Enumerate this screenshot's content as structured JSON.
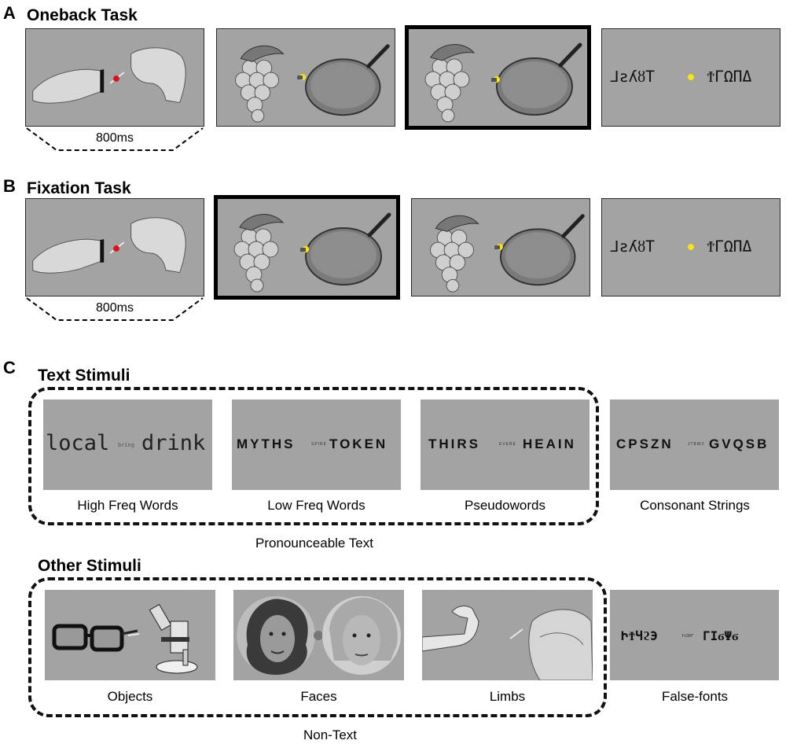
{
  "panel_a": {
    "letter": "A",
    "title": "Oneback Task",
    "duration": "800ms",
    "frames": [
      {
        "content": "limbs",
        "highlighted": false
      },
      {
        "content": "objects",
        "highlighted": false
      },
      {
        "content": "objects",
        "highlighted": true
      },
      {
        "content": "false-fonts",
        "highlighted": false
      }
    ]
  },
  "panel_b": {
    "letter": "B",
    "title": "Fixation Task",
    "duration": "800ms",
    "frames": [
      {
        "content": "limbs",
        "highlighted": false
      },
      {
        "content": "objects",
        "highlighted": true
      },
      {
        "content": "objects",
        "highlighted": false
      },
      {
        "content": "false-fonts",
        "highlighted": false
      }
    ]
  },
  "panel_c": {
    "letter": "C",
    "text_stimuli": {
      "title": "Text Stimuli",
      "group_label": "Pronounceable Text",
      "items": [
        {
          "caption": "High Freq Words",
          "left": "local",
          "middle": "bring",
          "right": "drink"
        },
        {
          "caption": "Low Freq Words",
          "left": "MYTHS",
          "middle": "SPIRE",
          "right": "TOKEN"
        },
        {
          "caption": "Pseudowords",
          "left": "THIRS",
          "middle": "EVERE",
          "right": "HEAIN"
        },
        {
          "caption": "Consonant Strings",
          "left": "CPSZN",
          "middle": "JTBWZ",
          "right": "GVQSB"
        }
      ]
    },
    "other_stimuli": {
      "title": "Other Stimuli",
      "group_label": "Non-Text",
      "items": [
        {
          "caption": "Objects"
        },
        {
          "caption": "Faces"
        },
        {
          "caption": "Limbs"
        },
        {
          "caption": "False-fonts"
        }
      ]
    }
  },
  "colors": {
    "stimulus_background": "#a3a3a3",
    "fixation_dot": "#ffe600",
    "limb_fixation_dot": "#e0101a"
  },
  "icons": [
    "hand-icon",
    "grapes-icon",
    "frying-pan-icon",
    "glasses-icon",
    "microscope-icon",
    "face-icon",
    "arm-icon",
    "baby-hand-icon"
  ]
}
